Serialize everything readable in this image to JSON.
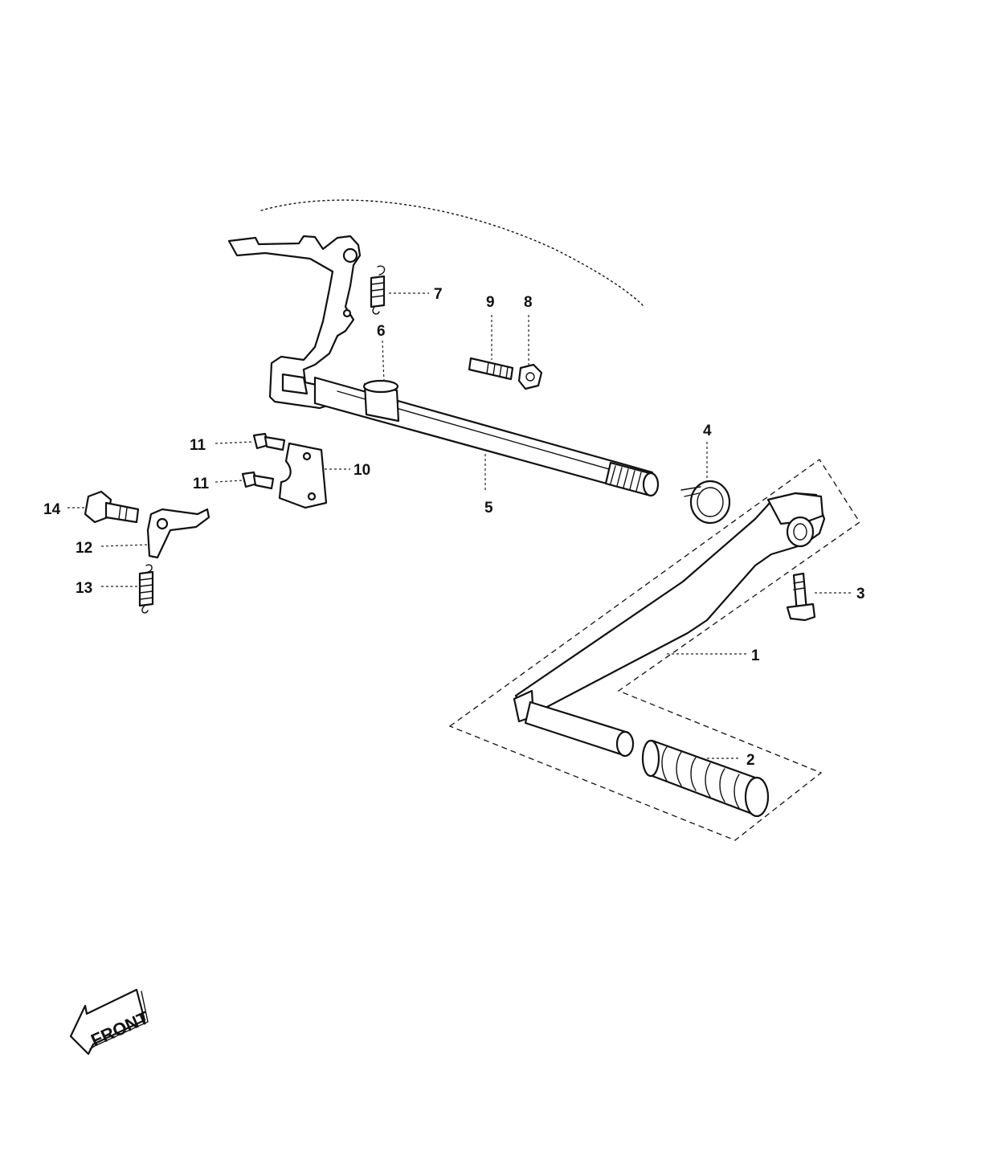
{
  "callouts": [
    {
      "id": "1",
      "label": "1"
    },
    {
      "id": "2",
      "label": "2"
    },
    {
      "id": "3",
      "label": "3"
    },
    {
      "id": "4",
      "label": "4"
    },
    {
      "id": "5",
      "label": "5"
    },
    {
      "id": "6",
      "label": "6"
    },
    {
      "id": "7",
      "label": "7"
    },
    {
      "id": "8",
      "label": "8"
    },
    {
      "id": "9",
      "label": "9"
    },
    {
      "id": "10",
      "label": "10"
    },
    {
      "id": "11a",
      "label": "11"
    },
    {
      "id": "11b",
      "label": "11"
    },
    {
      "id": "12",
      "label": "12"
    },
    {
      "id": "13",
      "label": "13"
    },
    {
      "id": "14",
      "label": "14"
    }
  ],
  "front_arrow": {
    "label": "FRONT"
  }
}
